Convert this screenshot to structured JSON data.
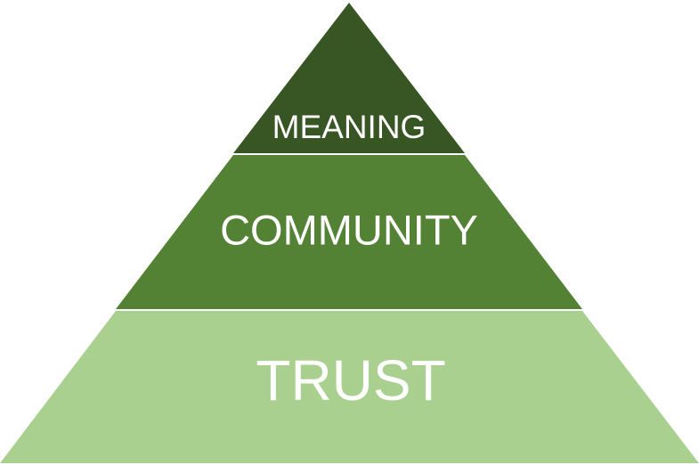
{
  "pyramid": {
    "tiers": [
      {
        "label": "MEANING",
        "color": "#375623"
      },
      {
        "label": "COMMUNITY",
        "color": "#548235"
      },
      {
        "label": "TRUST",
        "color": "#a9d08e"
      }
    ],
    "divider_color": "#ffffff"
  }
}
